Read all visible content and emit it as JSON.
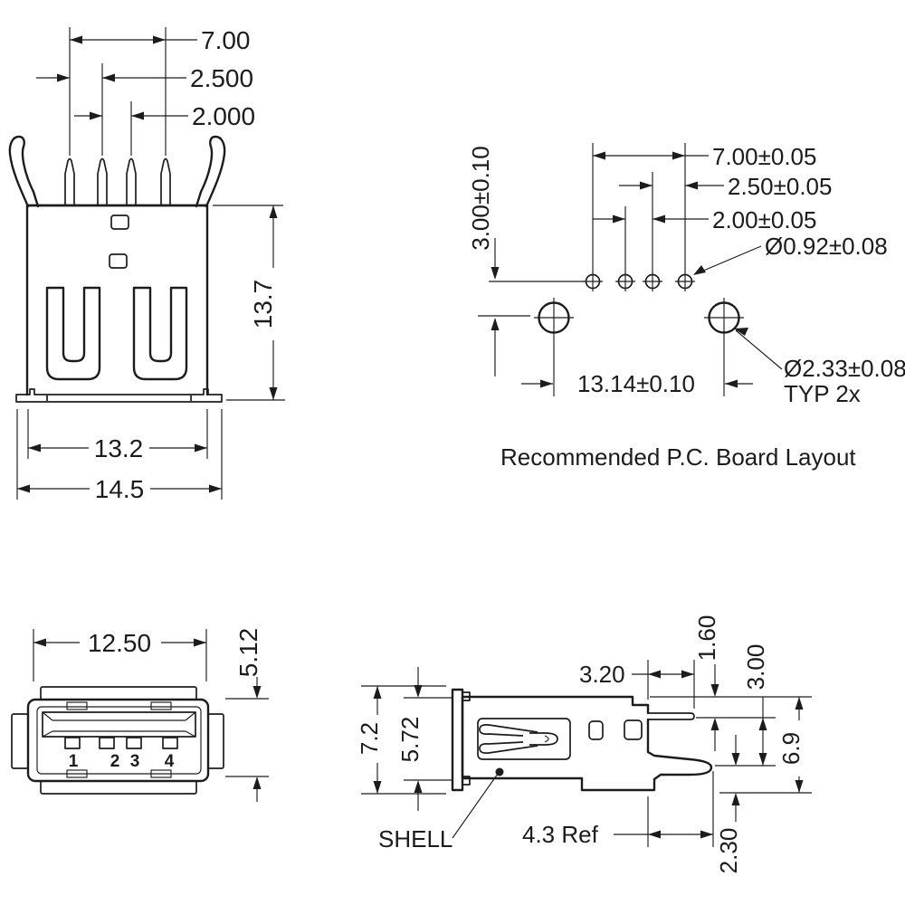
{
  "drawing": {
    "colors": {
      "line": "#1c1c1c",
      "background": "#ffffff"
    },
    "rear_view": {
      "pin_span": "7.00",
      "pin_pitch_a": "2.500",
      "pin_pitch_b": "2.000",
      "body_height": "13.7",
      "body_width": "13.2",
      "flange_width": "14.5"
    },
    "pcb_layout": {
      "row_offset": "3.00±0.10",
      "pin_span": "7.00±0.05",
      "pitch_a": "2.50±0.05",
      "pitch_b": "2.00±0.05",
      "pin_hole_dia": "Ø0.92±0.08",
      "mount_spacing": "13.14±0.10",
      "mount_hole_dia": "Ø2.33±0.08",
      "mount_hole_qty": "TYP 2x",
      "caption": "Recommended P.C. Board Layout"
    },
    "face_view": {
      "width": "12.50",
      "opening_height": "5.12",
      "pins": [
        "1",
        "2",
        "3",
        "4"
      ]
    },
    "side_view": {
      "flange_height": "7.2",
      "shell_height": "5.72",
      "pin_length": "3.20",
      "pin_offset": "1.60",
      "latch_offset": "3.00",
      "overall_height": "6.9",
      "latch_to_base": "2.30",
      "ref_depth": "4.3 Ref",
      "shell_label": "SHELL"
    }
  }
}
